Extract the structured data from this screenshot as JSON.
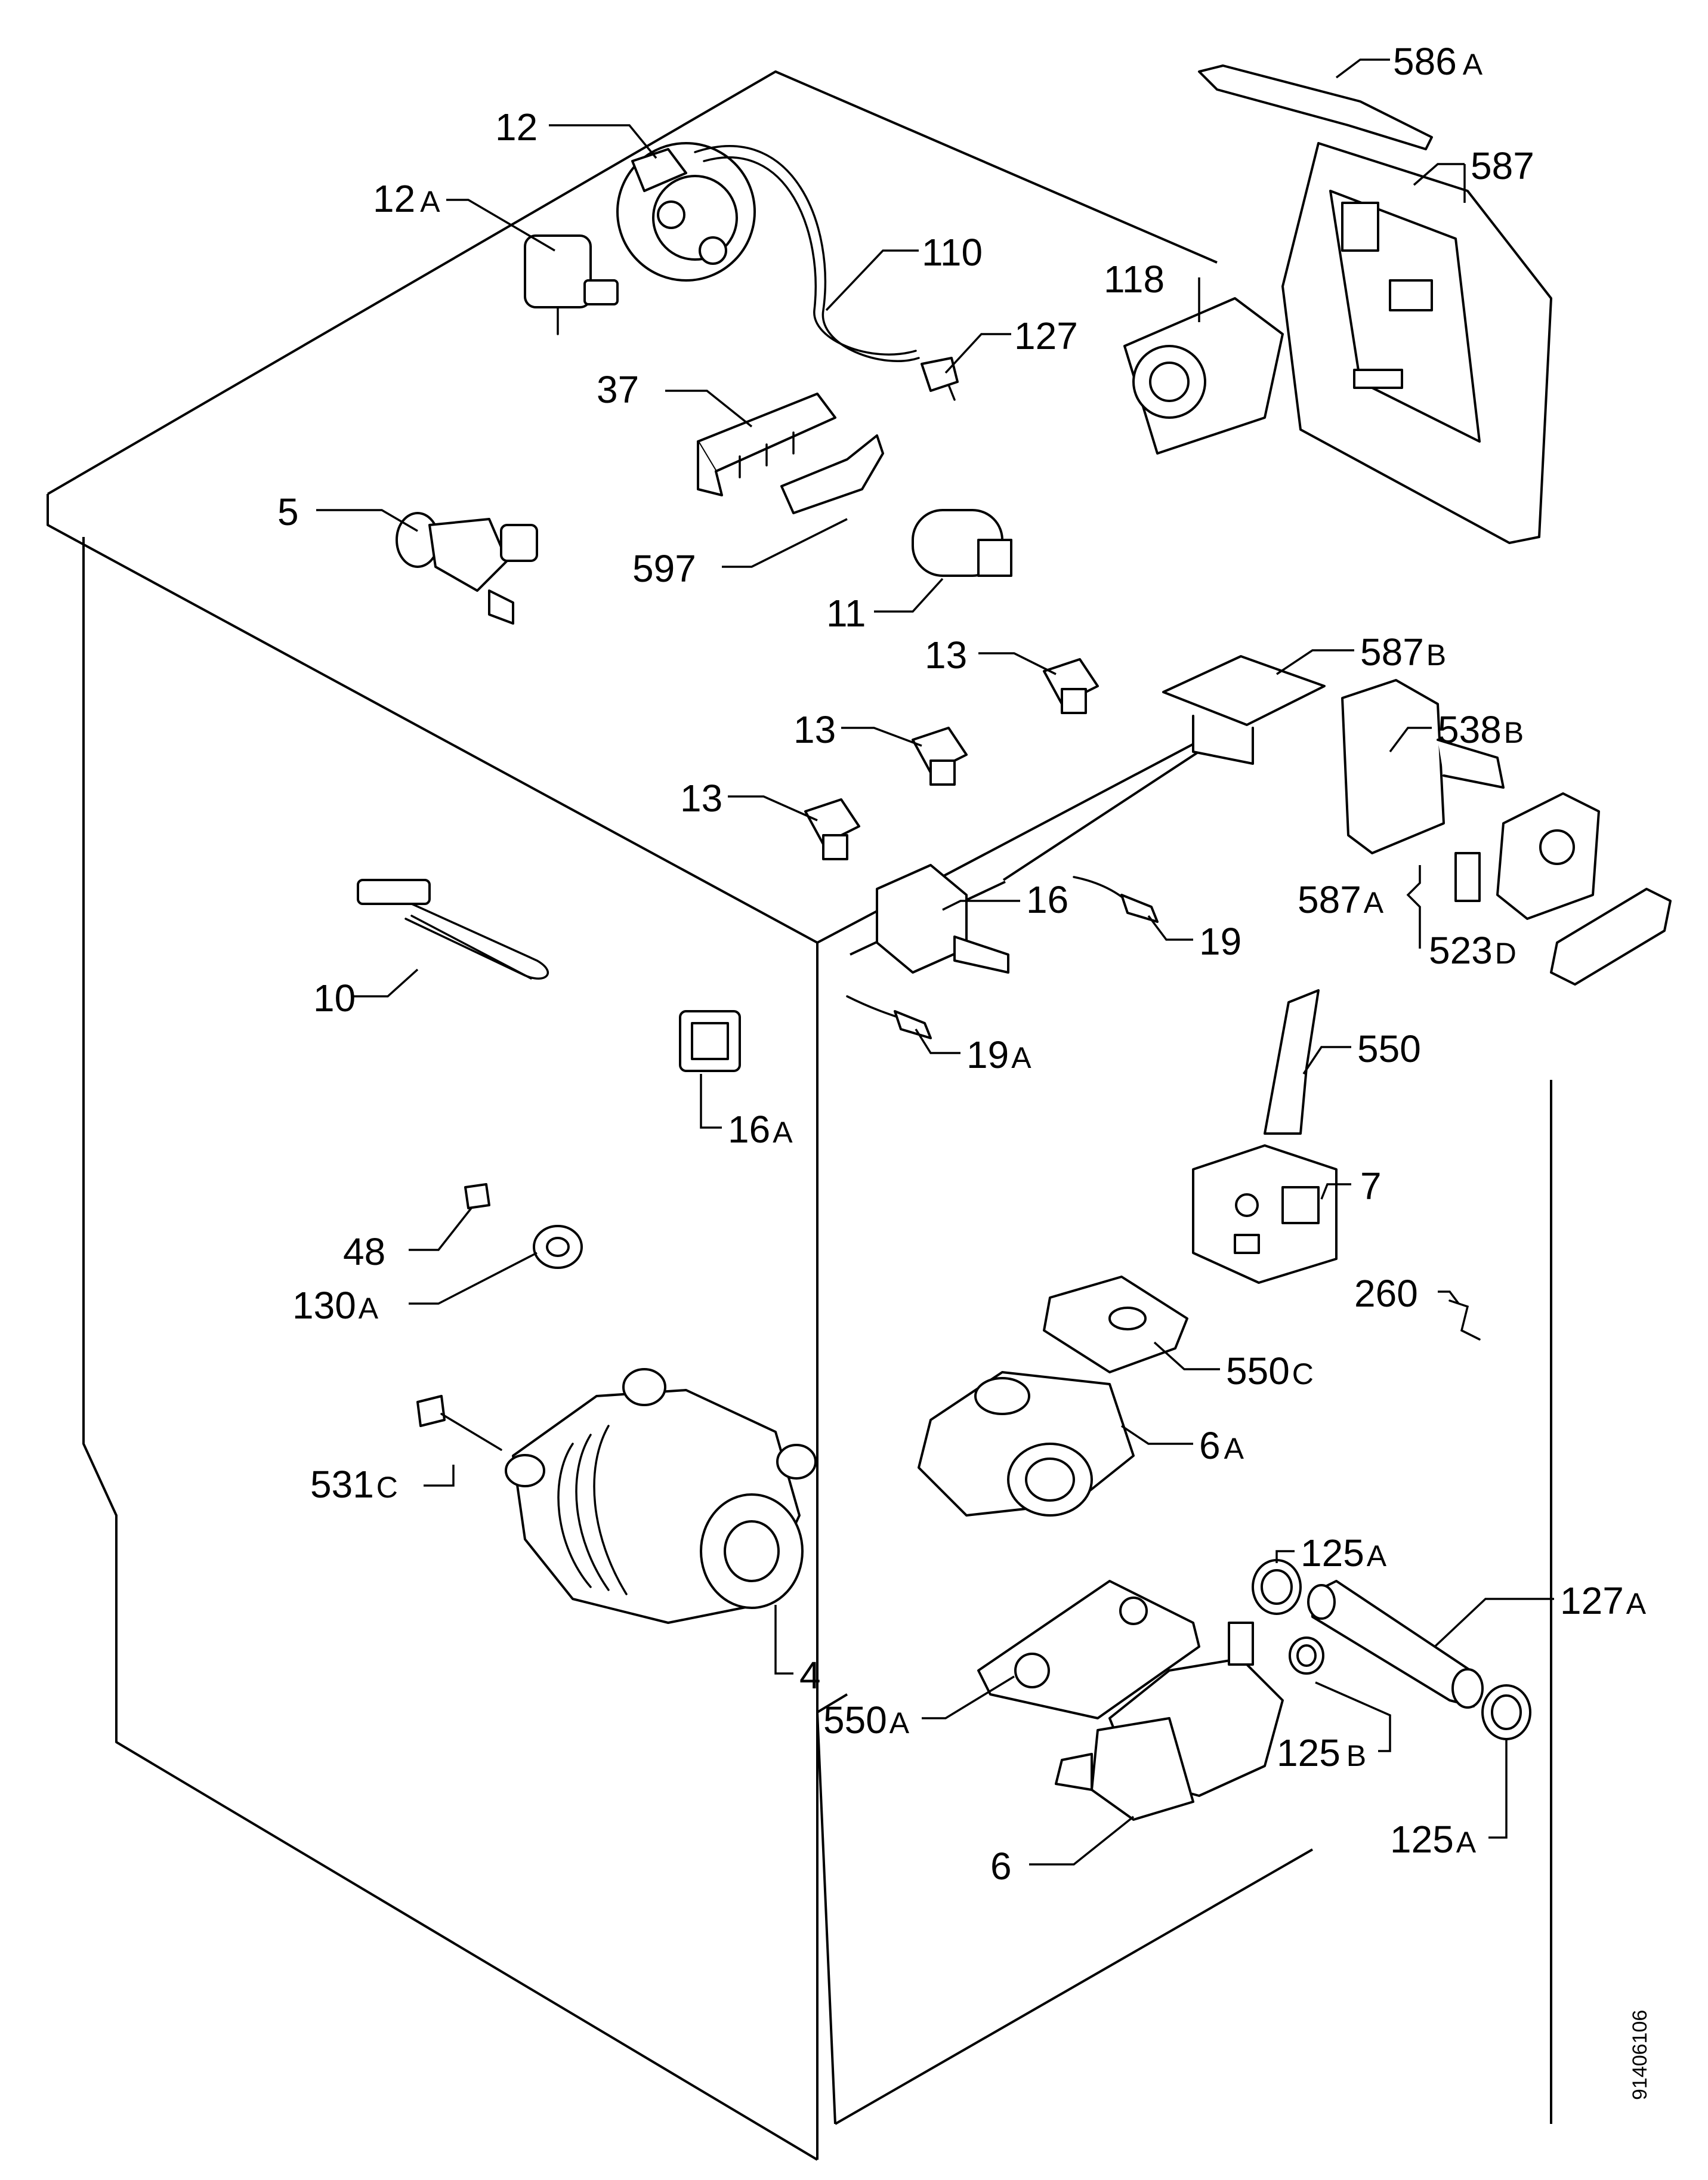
{
  "document_id": "91406106",
  "callouts": [
    {
      "id": "12",
      "base": "12",
      "suffix": ""
    },
    {
      "id": "12A",
      "base": "12",
      "suffix": "A"
    },
    {
      "id": "110",
      "base": "110",
      "suffix": ""
    },
    {
      "id": "118",
      "base": "118",
      "suffix": ""
    },
    {
      "id": "127",
      "base": "127",
      "suffix": ""
    },
    {
      "id": "37",
      "base": "37",
      "suffix": ""
    },
    {
      "id": "5",
      "base": "5",
      "suffix": ""
    },
    {
      "id": "597",
      "base": "597",
      "suffix": ""
    },
    {
      "id": "11",
      "base": "11",
      "suffix": ""
    },
    {
      "id": "586A",
      "base": "586",
      "suffix": "A"
    },
    {
      "id": "587",
      "base": "587",
      "suffix": ""
    },
    {
      "id": "13a",
      "base": "13",
      "suffix": ""
    },
    {
      "id": "13b",
      "base": "13",
      "suffix": ""
    },
    {
      "id": "13c",
      "base": "13",
      "suffix": ""
    },
    {
      "id": "587B",
      "base": "587",
      "suffix": "B"
    },
    {
      "id": "538B",
      "base": "538",
      "suffix": "B"
    },
    {
      "id": "587A",
      "base": "587",
      "suffix": "A"
    },
    {
      "id": "523D",
      "base": "523",
      "suffix": "D"
    },
    {
      "id": "16",
      "base": "16",
      "suffix": ""
    },
    {
      "id": "19",
      "base": "19",
      "suffix": ""
    },
    {
      "id": "19A",
      "base": "19",
      "suffix": "A"
    },
    {
      "id": "10",
      "base": "10",
      "suffix": ""
    },
    {
      "id": "16A",
      "base": "16",
      "suffix": "A"
    },
    {
      "id": "550",
      "base": "550",
      "suffix": ""
    },
    {
      "id": "7",
      "base": "7",
      "suffix": ""
    },
    {
      "id": "48",
      "base": "48",
      "suffix": ""
    },
    {
      "id": "130A",
      "base": "130",
      "suffix": "A"
    },
    {
      "id": "260",
      "base": "260",
      "suffix": ""
    },
    {
      "id": "550C",
      "base": "550",
      "suffix": "C"
    },
    {
      "id": "531C",
      "base": "531",
      "suffix": "C"
    },
    {
      "id": "6A",
      "base": "6",
      "suffix": "A"
    },
    {
      "id": "125A_top",
      "base": "125",
      "suffix": "A"
    },
    {
      "id": "127A",
      "base": "127",
      "suffix": "A"
    },
    {
      "id": "4",
      "base": "4",
      "suffix": ""
    },
    {
      "id": "550A",
      "base": "550",
      "suffix": "A"
    },
    {
      "id": "125B",
      "base": "125",
      "suffix": "B"
    },
    {
      "id": "125A_bottom",
      "base": "125",
      "suffix": "A"
    },
    {
      "id": "6",
      "base": "6",
      "suffix": ""
    }
  ]
}
